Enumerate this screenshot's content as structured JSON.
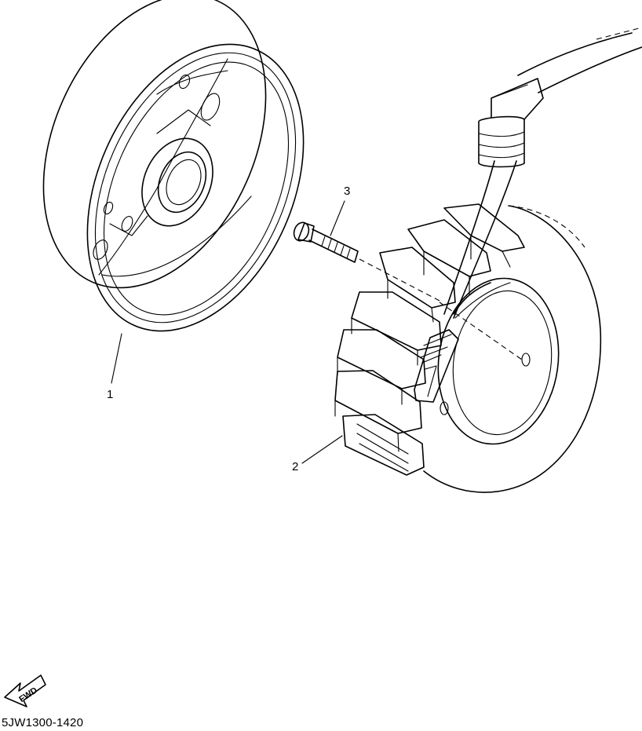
{
  "diagram": {
    "callouts": [
      {
        "id": "1",
        "label": "1"
      },
      {
        "id": "2",
        "label": "2"
      },
      {
        "id": "3",
        "label": "3"
      }
    ],
    "direction_label": "FWD",
    "part_code": "5JW1300-1420"
  },
  "parts": [
    {
      "callout": "1",
      "icon": "flywheel-rotor-icon"
    },
    {
      "callout": "2",
      "icon": "stator-coil-icon"
    },
    {
      "callout": "3",
      "icon": "bolt-icon"
    }
  ]
}
